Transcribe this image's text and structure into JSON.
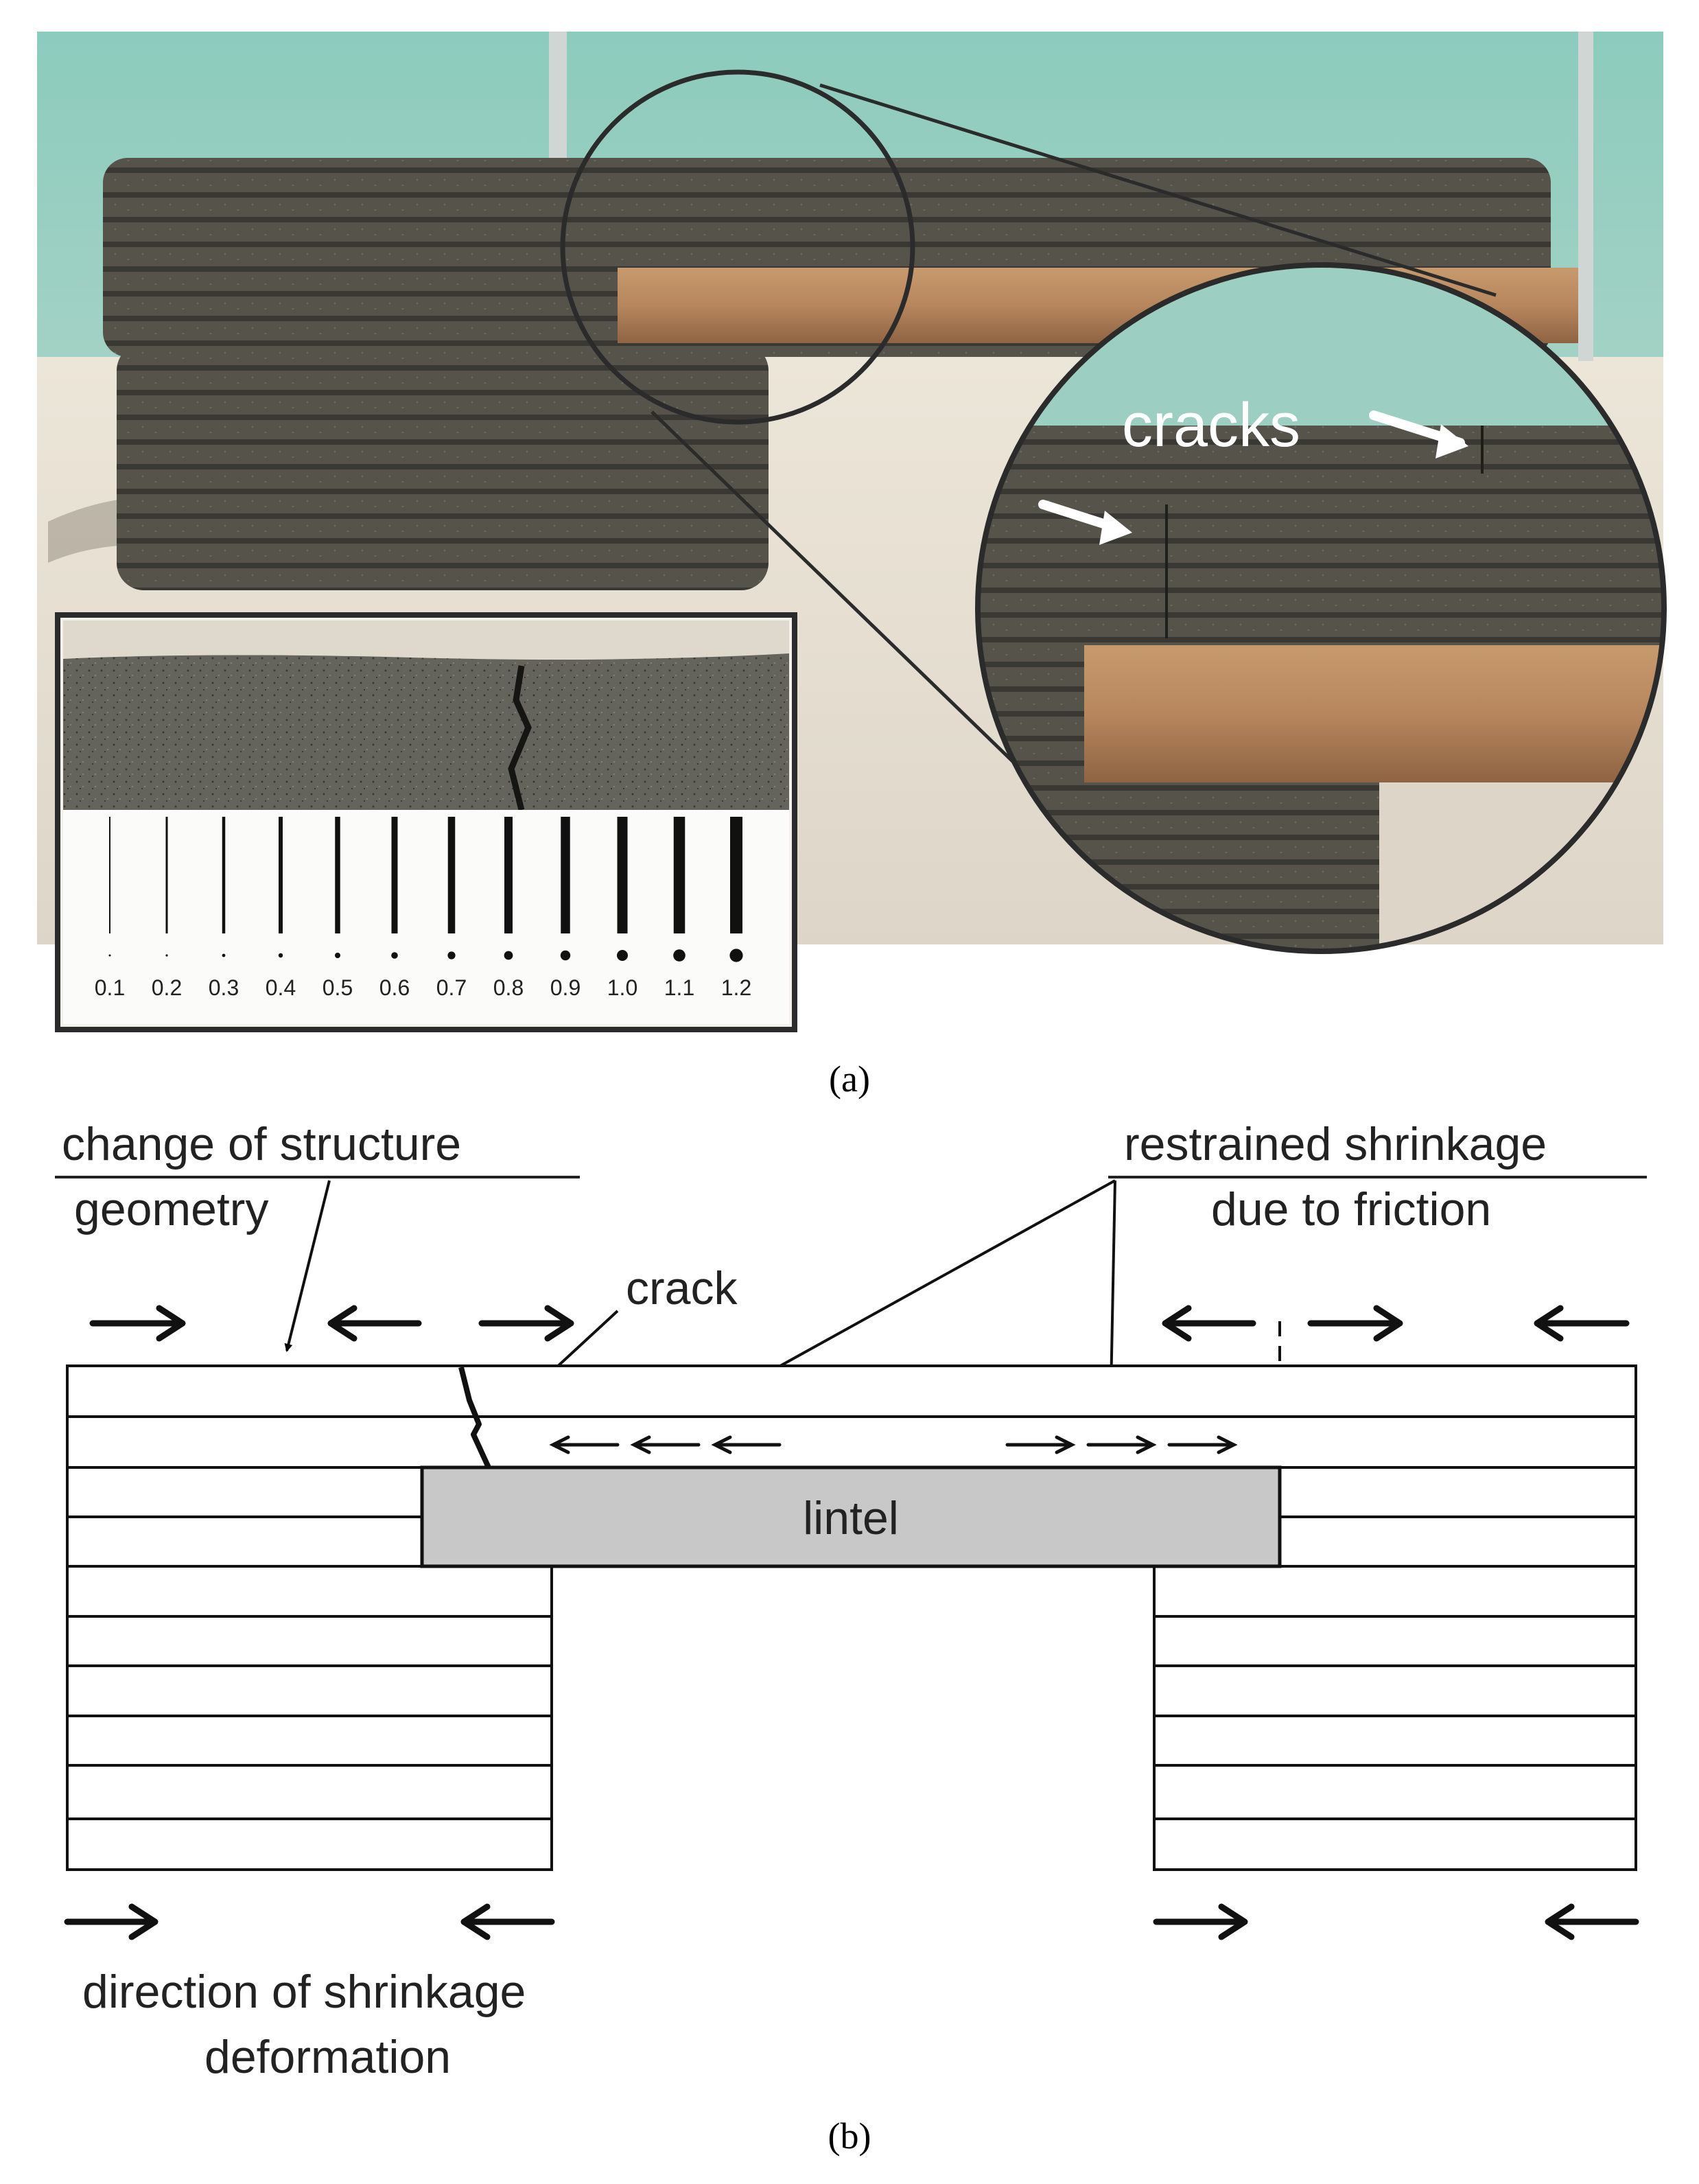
{
  "panel_a": {
    "caption": "(a)",
    "callout_label": "cracks",
    "ruler_ticks": [
      "0.1",
      "0.2",
      "0.3",
      "0.4",
      "0.5",
      "0.6",
      "0.7",
      "0.8",
      "0.9",
      "1.0",
      "1.1",
      "1.2"
    ]
  },
  "panel_b": {
    "caption": "(b)",
    "label_change_line1": "change of structure",
    "label_change_line2": "geometry",
    "label_restrained_line1": "restrained shrinkage",
    "label_restrained_line2": "due to friction",
    "label_crack": "crack",
    "label_lintel": "lintel",
    "label_direction_line1": "direction of shrinkage",
    "label_direction_line2": "deformation"
  },
  "colors": {
    "wall_layers": "#4e4c44",
    "lintel_fill": "#c8c8c8",
    "sky_green": "#8ec9b9",
    "floor": "#e3ddd1",
    "wood": "#b98e66"
  }
}
